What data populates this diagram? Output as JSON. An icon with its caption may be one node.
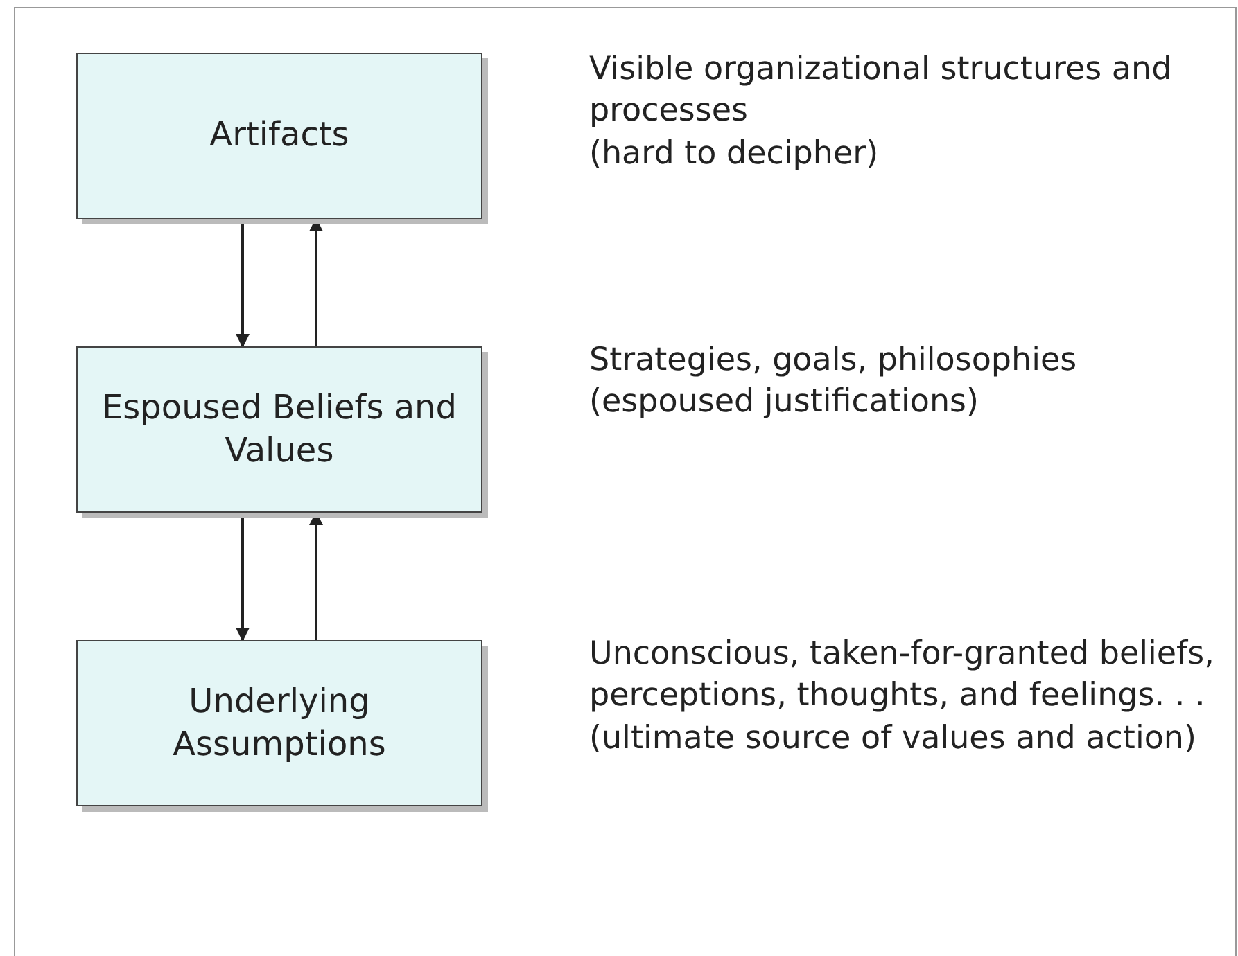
{
  "diagram": {
    "nodes": [
      {
        "text": [
          "Artifacts"
        ],
        "beside": [
          "Visible organizational structures and processes",
          "(hard to decipher)"
        ]
      },
      {
        "text": [
          "Espoused Beliefs and Values"
        ],
        "beside": [
          "Strategies, goals, philosophies",
          "(espoused justifications)"
        ]
      },
      {
        "text": [
          "Underlying Assumptions"
        ],
        "beside": [
          "Unconscious, taken-for-granted beliefs, perceptions, thoughts, and feelings. . .",
          "(ultimate source of values and action)"
        ]
      }
    ],
    "edges": [
      {
        "from": 0,
        "to": 1,
        "arrow": "to"
      },
      {
        "from": 1,
        "to": 0,
        "arrow": "to"
      },
      {
        "from": 1,
        "to": 2,
        "arrow": "to"
      },
      {
        "from": 2,
        "to": 1,
        "arrow": "to"
      }
    ]
  }
}
